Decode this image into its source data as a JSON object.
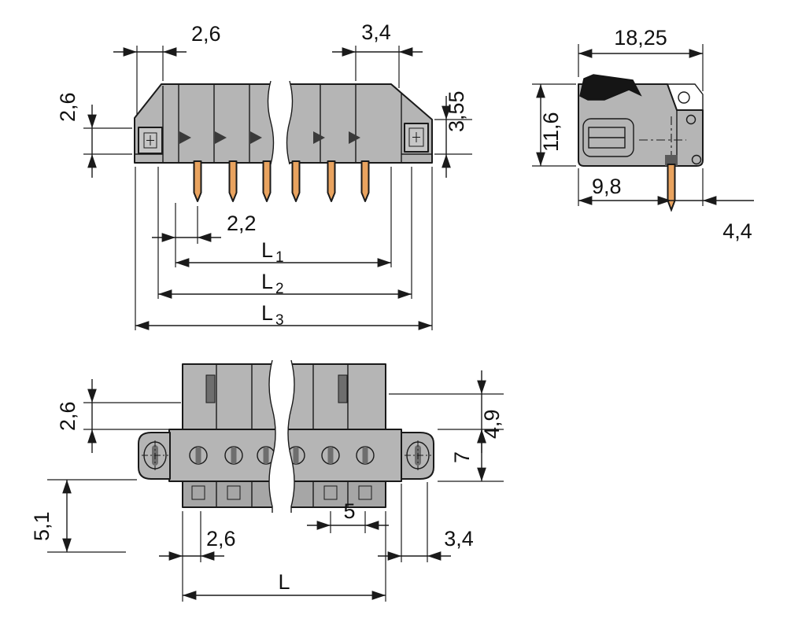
{
  "colors": {
    "background": "#ffffff",
    "body": "#b5b5b5",
    "body_lower": "#a6a6a6",
    "detail_light": "#d8d8d8",
    "detail_dark": "#6e6e6e",
    "pin": "#e9a35f",
    "line": "#1a1a1a"
  },
  "front_view": {
    "dims": {
      "flange_width": "2,6",
      "end_offset": "3,4",
      "flange_height": "2,6",
      "chamfer_height": "3,55",
      "pin_offset": "2,2",
      "l1_label": "L",
      "l1_sub": "1",
      "l2_label": "L",
      "l2_sub": "2",
      "l3_label": "L",
      "l3_sub": "3"
    }
  },
  "side_view": {
    "dims": {
      "depth": "18,25",
      "height": "11,6",
      "pin_to_front": "9,8",
      "pin_to_back": "4,4"
    }
  },
  "bottom_view": {
    "dims": {
      "collar_height": "2,6",
      "lower_height": "5,1",
      "socket_height": "4,9",
      "body_height": "7",
      "pin_pitch": "5",
      "left_offset": "2,6",
      "right_offset": "3,4",
      "length_label": "L"
    }
  }
}
